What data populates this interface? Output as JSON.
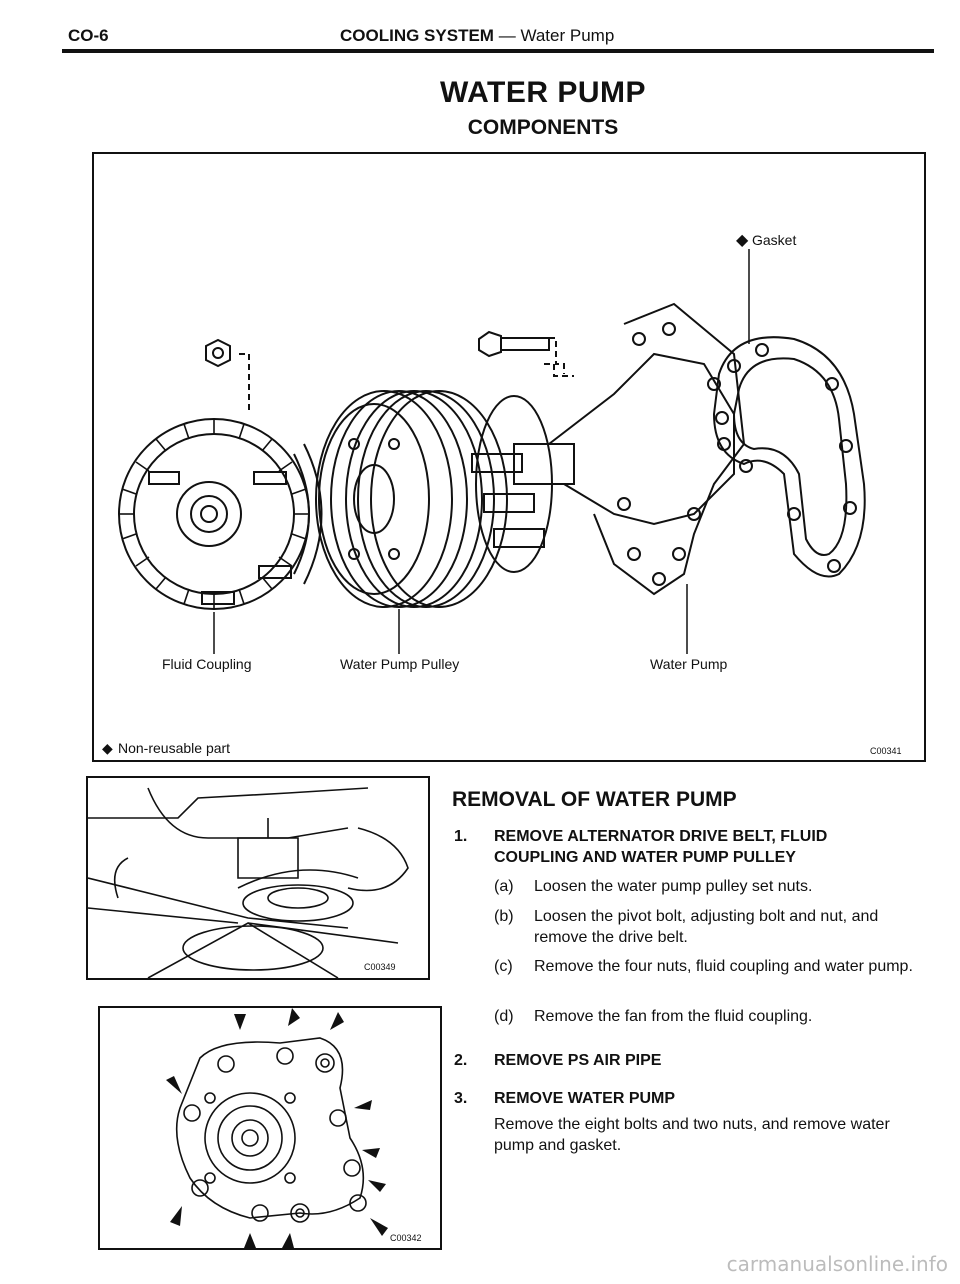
{
  "header": {
    "code": "CO-6",
    "section": "COOLING SYSTEM",
    "separator": "—",
    "subsection": "Water Pump"
  },
  "title": "WATER PUMP",
  "subtitle": "COMPONENTS",
  "diagram": {
    "labels": {
      "gasket": "Gasket",
      "fluid_coupling": "Fluid Coupling",
      "water_pump_pulley": "Water Pump Pulley",
      "water_pump": "Water Pump"
    },
    "legend": "Non-reusable part",
    "figure_code": "C00341"
  },
  "removal": {
    "title": "REMOVAL OF WATER PUMP",
    "steps": [
      {
        "num": "1.",
        "text": "REMOVE ALTERNATOR DRIVE BELT, FLUID COUPLING AND WATER PUMP PULLEY",
        "subs": [
          {
            "label": "(a)",
            "text": "Loosen the water pump pulley set nuts."
          },
          {
            "label": "(b)",
            "text": "Loosen the pivot bolt, adjusting bolt and nut, and remove the drive belt."
          },
          {
            "label": "(c)",
            "text": "Remove the four nuts, fluid coupling and water pump."
          },
          {
            "label": "(d)",
            "text": "Remove the fan from the fluid coupling."
          }
        ]
      },
      {
        "num": "2.",
        "text": "REMOVE PS AIR PIPE"
      },
      {
        "num": "3.",
        "text": "REMOVE WATER PUMP",
        "para": "Remove the eight bolts and two nuts, and remove water pump and gasket."
      }
    ]
  },
  "illustrations": {
    "top_code": "C00349",
    "bottom_code": "C00342"
  },
  "footer": {
    "url": "carmanualsonline.info"
  }
}
